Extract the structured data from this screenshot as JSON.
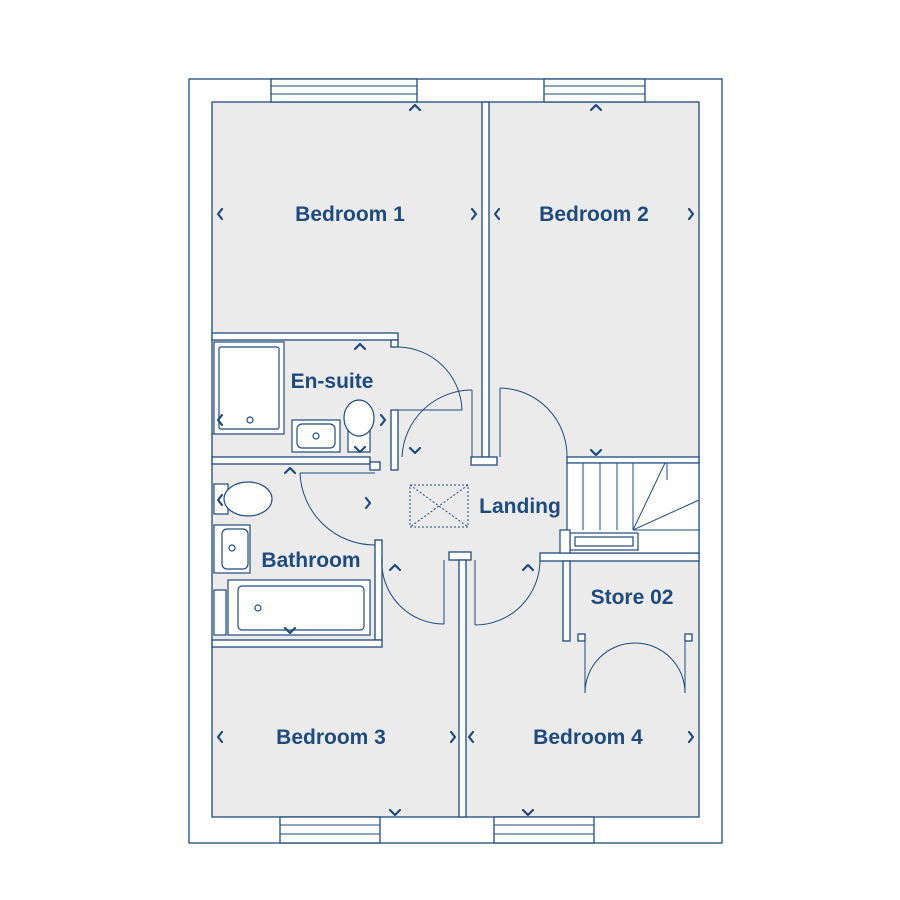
{
  "colors": {
    "line": "#1f4a7c",
    "floor": "#ebebeb",
    "background": "#ffffff"
  },
  "rooms": {
    "bedroom1": "Bedroom 1",
    "bedroom2": "Bedroom 2",
    "ensuite": "En-suite",
    "landing": "Landing",
    "bathroom": "Bathroom",
    "store": "Store 02",
    "bedroom3": "Bedroom 3",
    "bedroom4": "Bedroom 4"
  },
  "icons": [
    "dimension-arrow-icon",
    "toilet-icon",
    "basin-icon",
    "shower-icon",
    "bath-icon",
    "loft-hatch-icon",
    "staircase-icon",
    "window-icon",
    "door-swing-icon"
  ]
}
